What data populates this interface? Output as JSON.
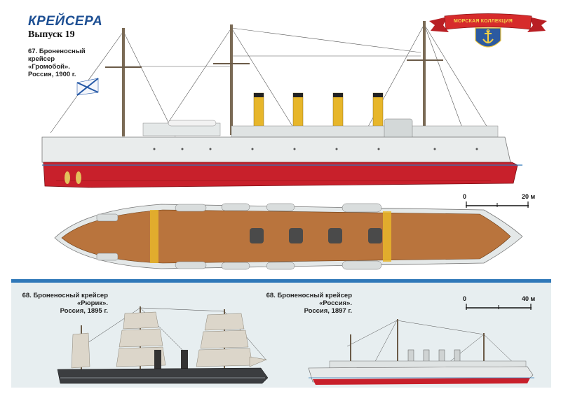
{
  "header": {
    "series_title": "КРЕЙСЕРА",
    "issue_label": "Выпуск 19"
  },
  "logo": {
    "text": "МОРСКАЯ КОЛЛЕКЦИЯ",
    "icon": "anchor-icon"
  },
  "ships": [
    {
      "number_type": "67. Броненосный крейсер",
      "name": "«Громобой».",
      "country_year": "Россия, 1900 г."
    },
    {
      "number_type": "68. Броненосный крейсер",
      "name": "«Рюрик».",
      "country_year": "Россия, 1895 г."
    },
    {
      "number_type": "68. Броненосный крейсер",
      "name": "«Россия».",
      "country_year": "Россия, 1897 г."
    }
  ],
  "scales": [
    {
      "start": "0",
      "end": "20 м"
    },
    {
      "start": "0",
      "end": "40 м"
    }
  ],
  "colors": {
    "title_blue": "#1d4f93",
    "divider_blue": "#2f78b9",
    "hull_red": "#c8202b",
    "hull_white": "#e9ecec",
    "deck_wood": "#b9743d",
    "funnel_yellow": "#e7b62a",
    "ribbon_red": "#d62b2b"
  }
}
